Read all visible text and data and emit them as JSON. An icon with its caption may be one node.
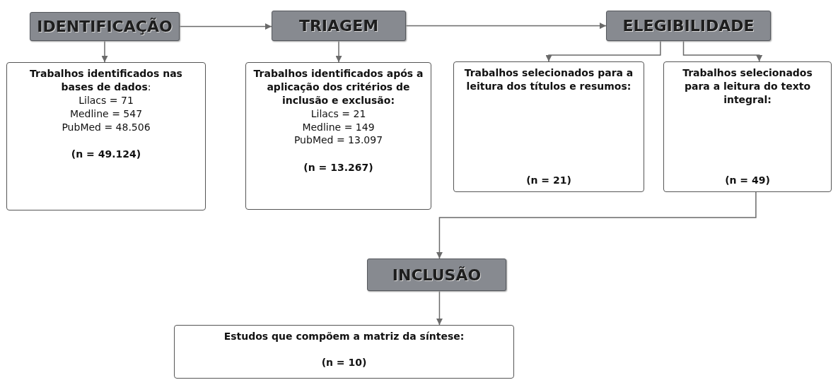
{
  "diagram": {
    "nodes": [
      {
        "text": [
          "IDENTIFICAÇÃO"
        ]
      },
      {
        "text": [
          "TRIAGEM"
        ]
      },
      {
        "text": [
          "ELEGIBILIDADE"
        ]
      },
      {
        "text": [
          "**Trabalhos identificados nas bases de dados**:",
          "Lilacs = 71",
          "Medline = 547",
          "PubMed = 48.506",
          "(n = 49.124)"
        ]
      },
      {
        "text": [
          "Trabalhos identificados após a aplicação dos critérios de inclusão e exclusão:",
          "Lilacs = 21",
          "Medline = 149",
          "PubMed = 13.097",
          "(n = 13.267)"
        ]
      },
      {
        "text": [
          "Trabalhos selecionados para a leitura dos títulos e resumos:",
          "(n = 21)"
        ]
      },
      {
        "text": [
          "Trabalhos selecionados para a leitura do texto integral:",
          "(n = 49)"
        ]
      },
      {
        "text": [
          "INCLUSÃO"
        ]
      },
      {
        "text": [
          "Estudos que compõem a matriz da síntese:",
          "(n = 10)"
        ]
      }
    ],
    "edges": [
      {
        "from": 0,
        "to": 1,
        "arrow": "to"
      },
      {
        "from": 1,
        "to": 2,
        "arrow": "to"
      },
      {
        "from": 0,
        "to": 3,
        "arrow": "to"
      },
      {
        "from": 1,
        "to": 4,
        "arrow": "to"
      },
      {
        "from": 2,
        "to": 5,
        "arrow": "to"
      },
      {
        "from": 2,
        "to": 6,
        "arrow": "to"
      },
      {
        "from": 6,
        "to": 7,
        "arrow": "to"
      },
      {
        "from": 7,
        "to": 8,
        "arrow": "to"
      }
    ]
  }
}
